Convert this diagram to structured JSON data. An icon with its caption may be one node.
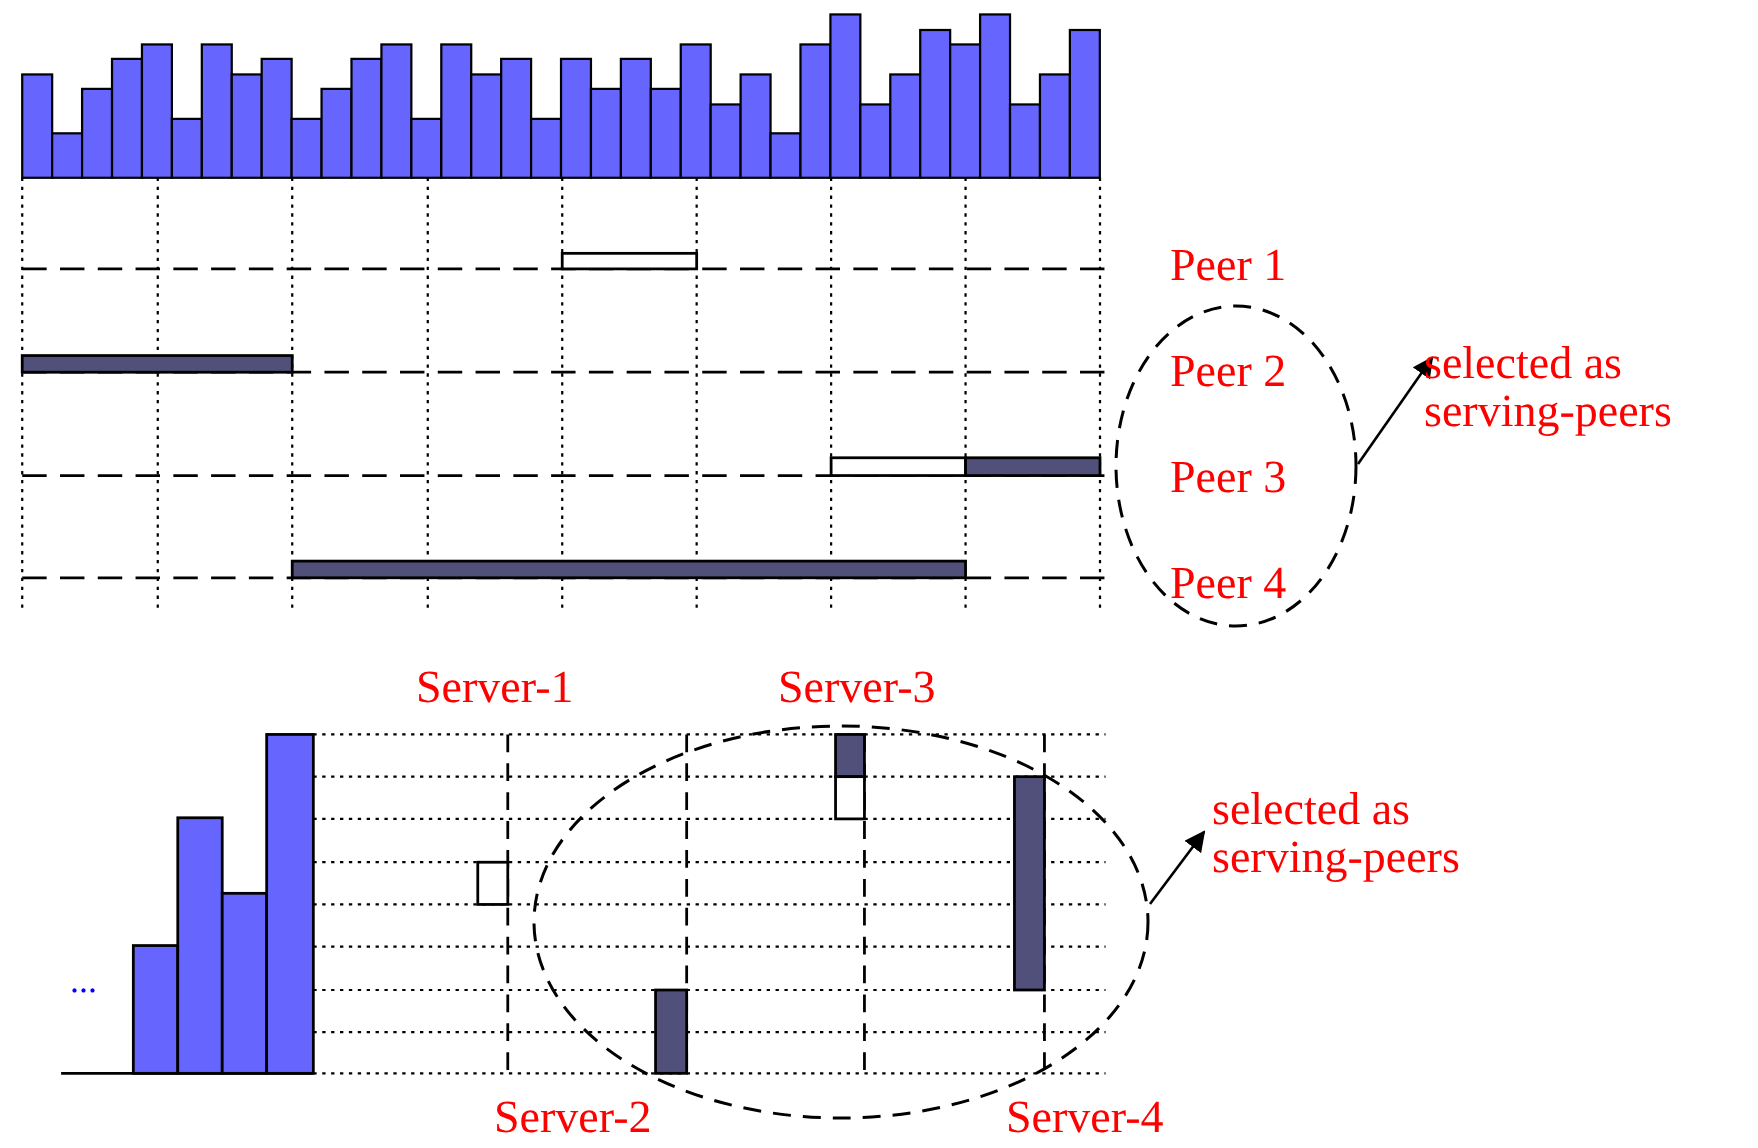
{
  "diagram": {
    "nodes": [
      {
        "text": [],
        "shape": "ellipse"
      },
      {
        "text": [
          "selected as serving-peers"
        ]
      },
      {
        "text": [],
        "shape": "ellipse"
      },
      {
        "text": [
          "selected as serving-peers"
        ]
      }
    ],
    "edges": [
      {
        "from": 0,
        "to": 1,
        "arrow": "to"
      },
      {
        "from": 2,
        "to": 3,
        "arrow": "to"
      }
    ],
    "labels": [
      "Peer 1",
      "Peer 2",
      "Peer 3",
      "Peer 4",
      "Server-1",
      "Server-3",
      "...",
      "Server-2",
      "Server-4"
    ]
  }
}
